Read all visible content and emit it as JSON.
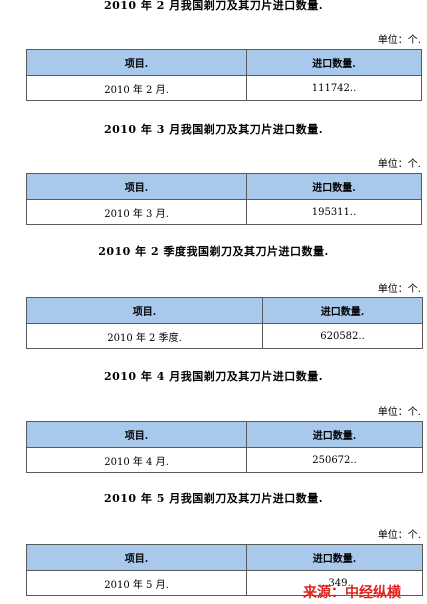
{
  "sections": [
    {
      "title": "2010 年 2 月我国剃刀及其刀片进口数量.",
      "unit": "单位：个.",
      "headers": [
        "项目.",
        "进口数量."
      ],
      "row": [
        "2010 年 2 月.",
        "111742.."
      ]
    },
    {
      "title": "2010 年 3 月我国剃刀及其刀片进口数量.",
      "unit": "单位：个.",
      "headers": [
        "项目.",
        "进口数量."
      ],
      "row": [
        "2010 年 3 月.",
        "195311.."
      ]
    },
    {
      "title": "2010 年 2 季度我国剃刀及其刀片进口数量.",
      "unit": "单位：个.",
      "headers": [
        "项目.",
        "进口数量."
      ],
      "row": [
        "2010 年 2 季度.",
        "620582.."
      ]
    },
    {
      "title": "2010 年 4 月我国剃刀及其刀片进口数量.",
      "unit": "单位：个.",
      "headers": [
        "项目.",
        "进口数量."
      ],
      "row": [
        "2010 年 4 月.",
        "250672.."
      ]
    },
    {
      "title": "2010 年 5 月我国剃刀及其刀片进口数量.",
      "unit": "单位：个.",
      "headers": [
        "项目.",
        "进口数量."
      ],
      "row": [
        "2010 年 5 月.",
        "…349."
      ]
    }
  ],
  "watermark": "来源：中经纵横",
  "colors": {
    "header_bg": "#a8c8ec",
    "watermark": "#e0231c"
  }
}
